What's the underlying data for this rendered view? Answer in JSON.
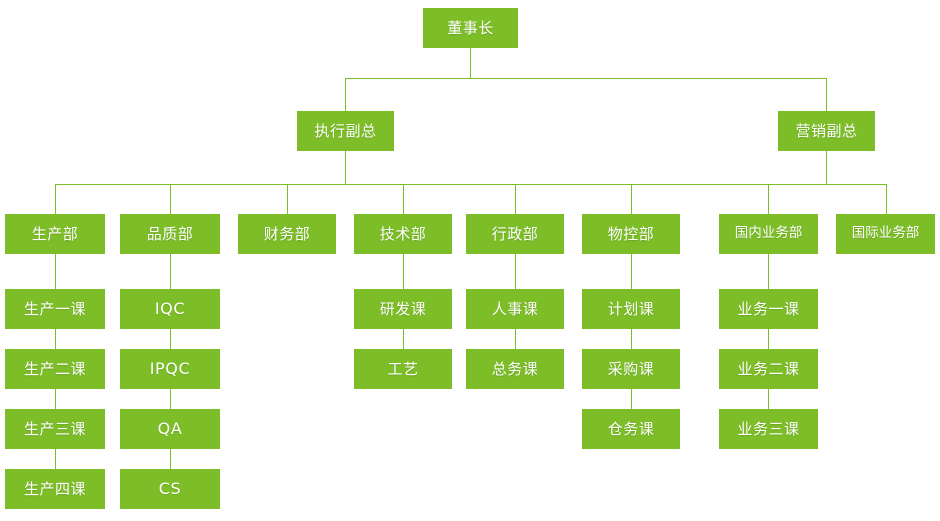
{
  "chart_data": {
    "type": "diagram",
    "diagram_kind": "organizational-chart",
    "title": "",
    "accent_color": "#7cbd28",
    "text_color": "#ffffff",
    "background_color": "#ffffff",
    "levels": 4,
    "nodes": {
      "root": "董事长",
      "vp_exec": "执行副总",
      "vp_sales": "营销副总",
      "dept_production": "生产部",
      "dept_quality": "品质部",
      "dept_finance": "财务部",
      "dept_technology": "技术部",
      "dept_admin": "行政部",
      "dept_material": "物控部",
      "dept_domestic": "国内业务部",
      "dept_international": "国际业务部",
      "prod_1": "生产一课",
      "prod_2": "生产二课",
      "prod_3": "生产三课",
      "prod_4": "生产四课",
      "qual_1": "IQC",
      "qual_2": "IPQC",
      "qual_3": "QA",
      "qual_4": "CS",
      "tech_1": "研发课",
      "tech_2": "工艺",
      "admin_1": "人事课",
      "admin_2": "总务课",
      "mat_1": "计划课",
      "mat_2": "采购课",
      "mat_3": "仓务课",
      "dom_1": "业务一课",
      "dom_2": "业务二课",
      "dom_3": "业务三课"
    },
    "hierarchy": [
      {
        "label": "董事长",
        "children": [
          {
            "label": "执行副总",
            "children": [
              {
                "label": "生产部",
                "children": [
                  {
                    "label": "生产一课"
                  },
                  {
                    "label": "生产二课"
                  },
                  {
                    "label": "生产三课"
                  },
                  {
                    "label": "生产四课"
                  }
                ]
              },
              {
                "label": "品质部",
                "children": [
                  {
                    "label": "IQC"
                  },
                  {
                    "label": "IPQC"
                  },
                  {
                    "label": "QA"
                  },
                  {
                    "label": "CS"
                  }
                ]
              },
              {
                "label": "财务部",
                "children": []
              },
              {
                "label": "技术部",
                "children": [
                  {
                    "label": "研发课"
                  },
                  {
                    "label": "工艺"
                  }
                ]
              },
              {
                "label": "行政部",
                "children": [
                  {
                    "label": "人事课"
                  },
                  {
                    "label": "总务课"
                  }
                ]
              },
              {
                "label": "物控部",
                "children": [
                  {
                    "label": "计划课"
                  },
                  {
                    "label": "采购课"
                  },
                  {
                    "label": "仓务课"
                  }
                ]
              }
            ]
          },
          {
            "label": "营销副总",
            "children": [
              {
                "label": "国内业务部",
                "children": [
                  {
                    "label": "业务一课"
                  },
                  {
                    "label": "业务二课"
                  },
                  {
                    "label": "业务三课"
                  }
                ]
              },
              {
                "label": "国际业务部",
                "children": []
              }
            ]
          }
        ]
      }
    ]
  }
}
